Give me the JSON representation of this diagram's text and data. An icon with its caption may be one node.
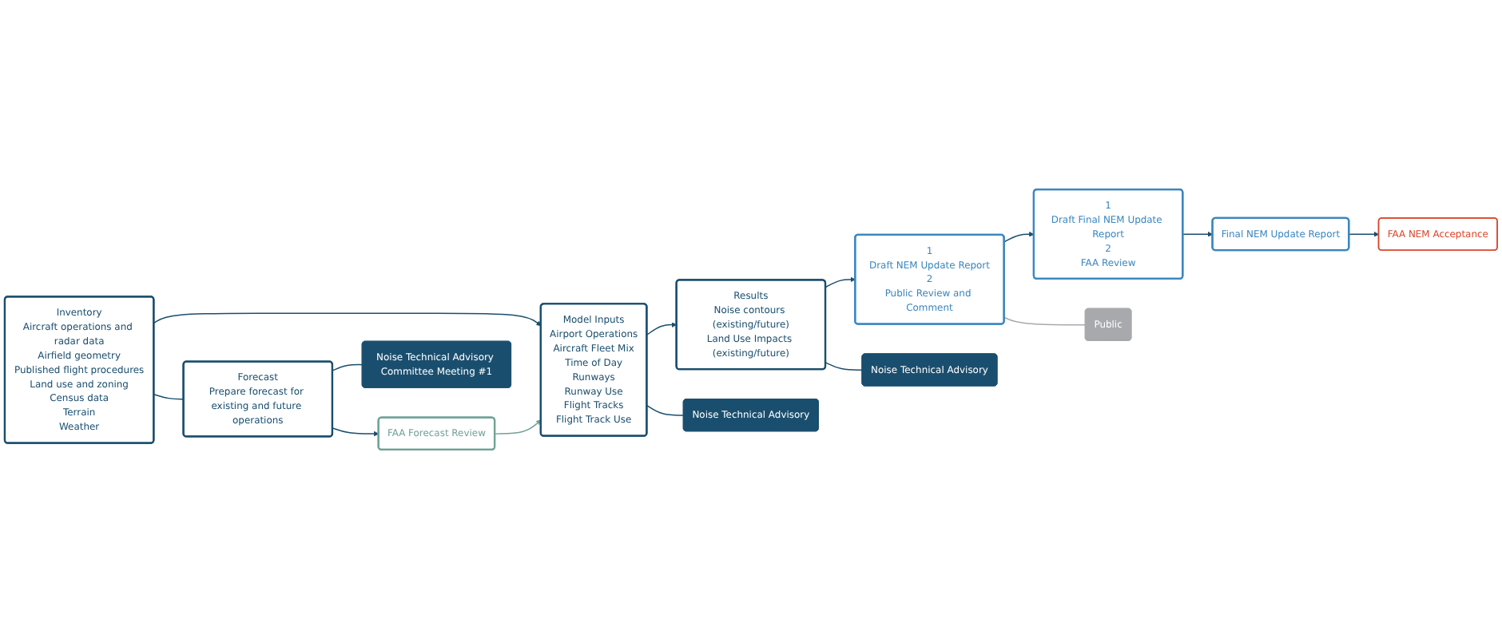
{
  "diagram": {
    "nodes": [
      {
        "text": [
          "Inventory",
          "Aircraft operations and radar data",
          "Airfield geometry",
          "Published flight procedures",
          "Land use and zoning",
          "Census data",
          "Terrain",
          "Weather"
        ]
      },
      {
        "text": [
          "Model Inputs",
          "Airport Operations",
          "Aircraft Fleet Mix",
          "Time of Day",
          "Runways",
          "Runway Use",
          "Flight Tracks",
          "Flight Track Use"
        ]
      },
      {
        "text": [
          "Results",
          "Noise contours (existing/future)",
          "Land Use Impacts (existing/future)"
        ]
      },
      {
        "text": [
          "1",
          "Draft NEM Update Report",
          "2",
          "Public Review and Comment"
        ]
      },
      {
        "text": [
          "1",
          "Draft Final NEM Update Report",
          "2",
          "FAA Review"
        ]
      },
      {
        "text": [
          "Final NEM Update Report"
        ]
      },
      {
        "text": [
          "FAA NEM Acceptance"
        ]
      },
      {
        "text": [
          "Forecast",
          "Prepare forecast for existing and future operations"
        ]
      },
      {
        "text": [
          "FAA Forecast Review"
        ]
      },
      {
        "text": [
          "Noise Technical Advisory Committee Meeting #1"
        ]
      },
      {
        "text": [
          "Noise Technical Advisory"
        ]
      },
      {
        "text": [
          "Noise Technical Advisory"
        ]
      },
      {
        "text": [
          "Public"
        ]
      }
    ],
    "edges": [
      {
        "from": 0,
        "to": 1,
        "arrow": "to"
      },
      {
        "from": 1,
        "to": 2,
        "arrow": "to"
      },
      {
        "from": 2,
        "to": 3,
        "arrow": "to"
      },
      {
        "from": 3,
        "to": 4,
        "arrow": "to"
      },
      {
        "from": 4,
        "to": 5,
        "arrow": "to"
      },
      {
        "from": 5,
        "to": 6,
        "arrow": "to"
      },
      {
        "from": 0,
        "to": 7,
        "arrow": "none"
      },
      {
        "from": 7,
        "to": 8,
        "arrow": "to"
      },
      {
        "from": 8,
        "to": 1,
        "arrow": "to",
        "color": "#6fa398"
      },
      {
        "from": 7,
        "to": 9,
        "arrow": "none"
      },
      {
        "from": 1,
        "to": 10,
        "arrow": "none"
      },
      {
        "from": 2,
        "to": 11,
        "arrow": "none"
      },
      {
        "from": 3,
        "to": 12,
        "arrow": "none",
        "color": "#a7a9ac"
      }
    ]
  }
}
